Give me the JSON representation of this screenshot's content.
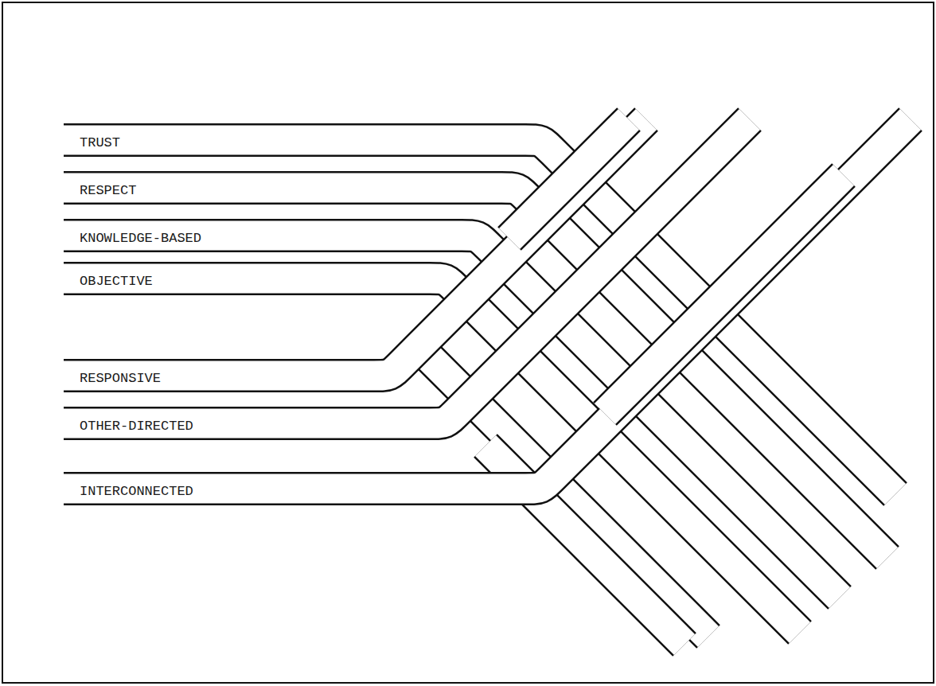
{
  "diagram": {
    "labels": [
      "TRUST",
      "RESPECT",
      "KNOWLEDGE-BASED",
      "OBJECTIVE",
      "RESPONSIVE",
      "OTHER-DIRECTED",
      "INTERCONNECTED"
    ]
  }
}
